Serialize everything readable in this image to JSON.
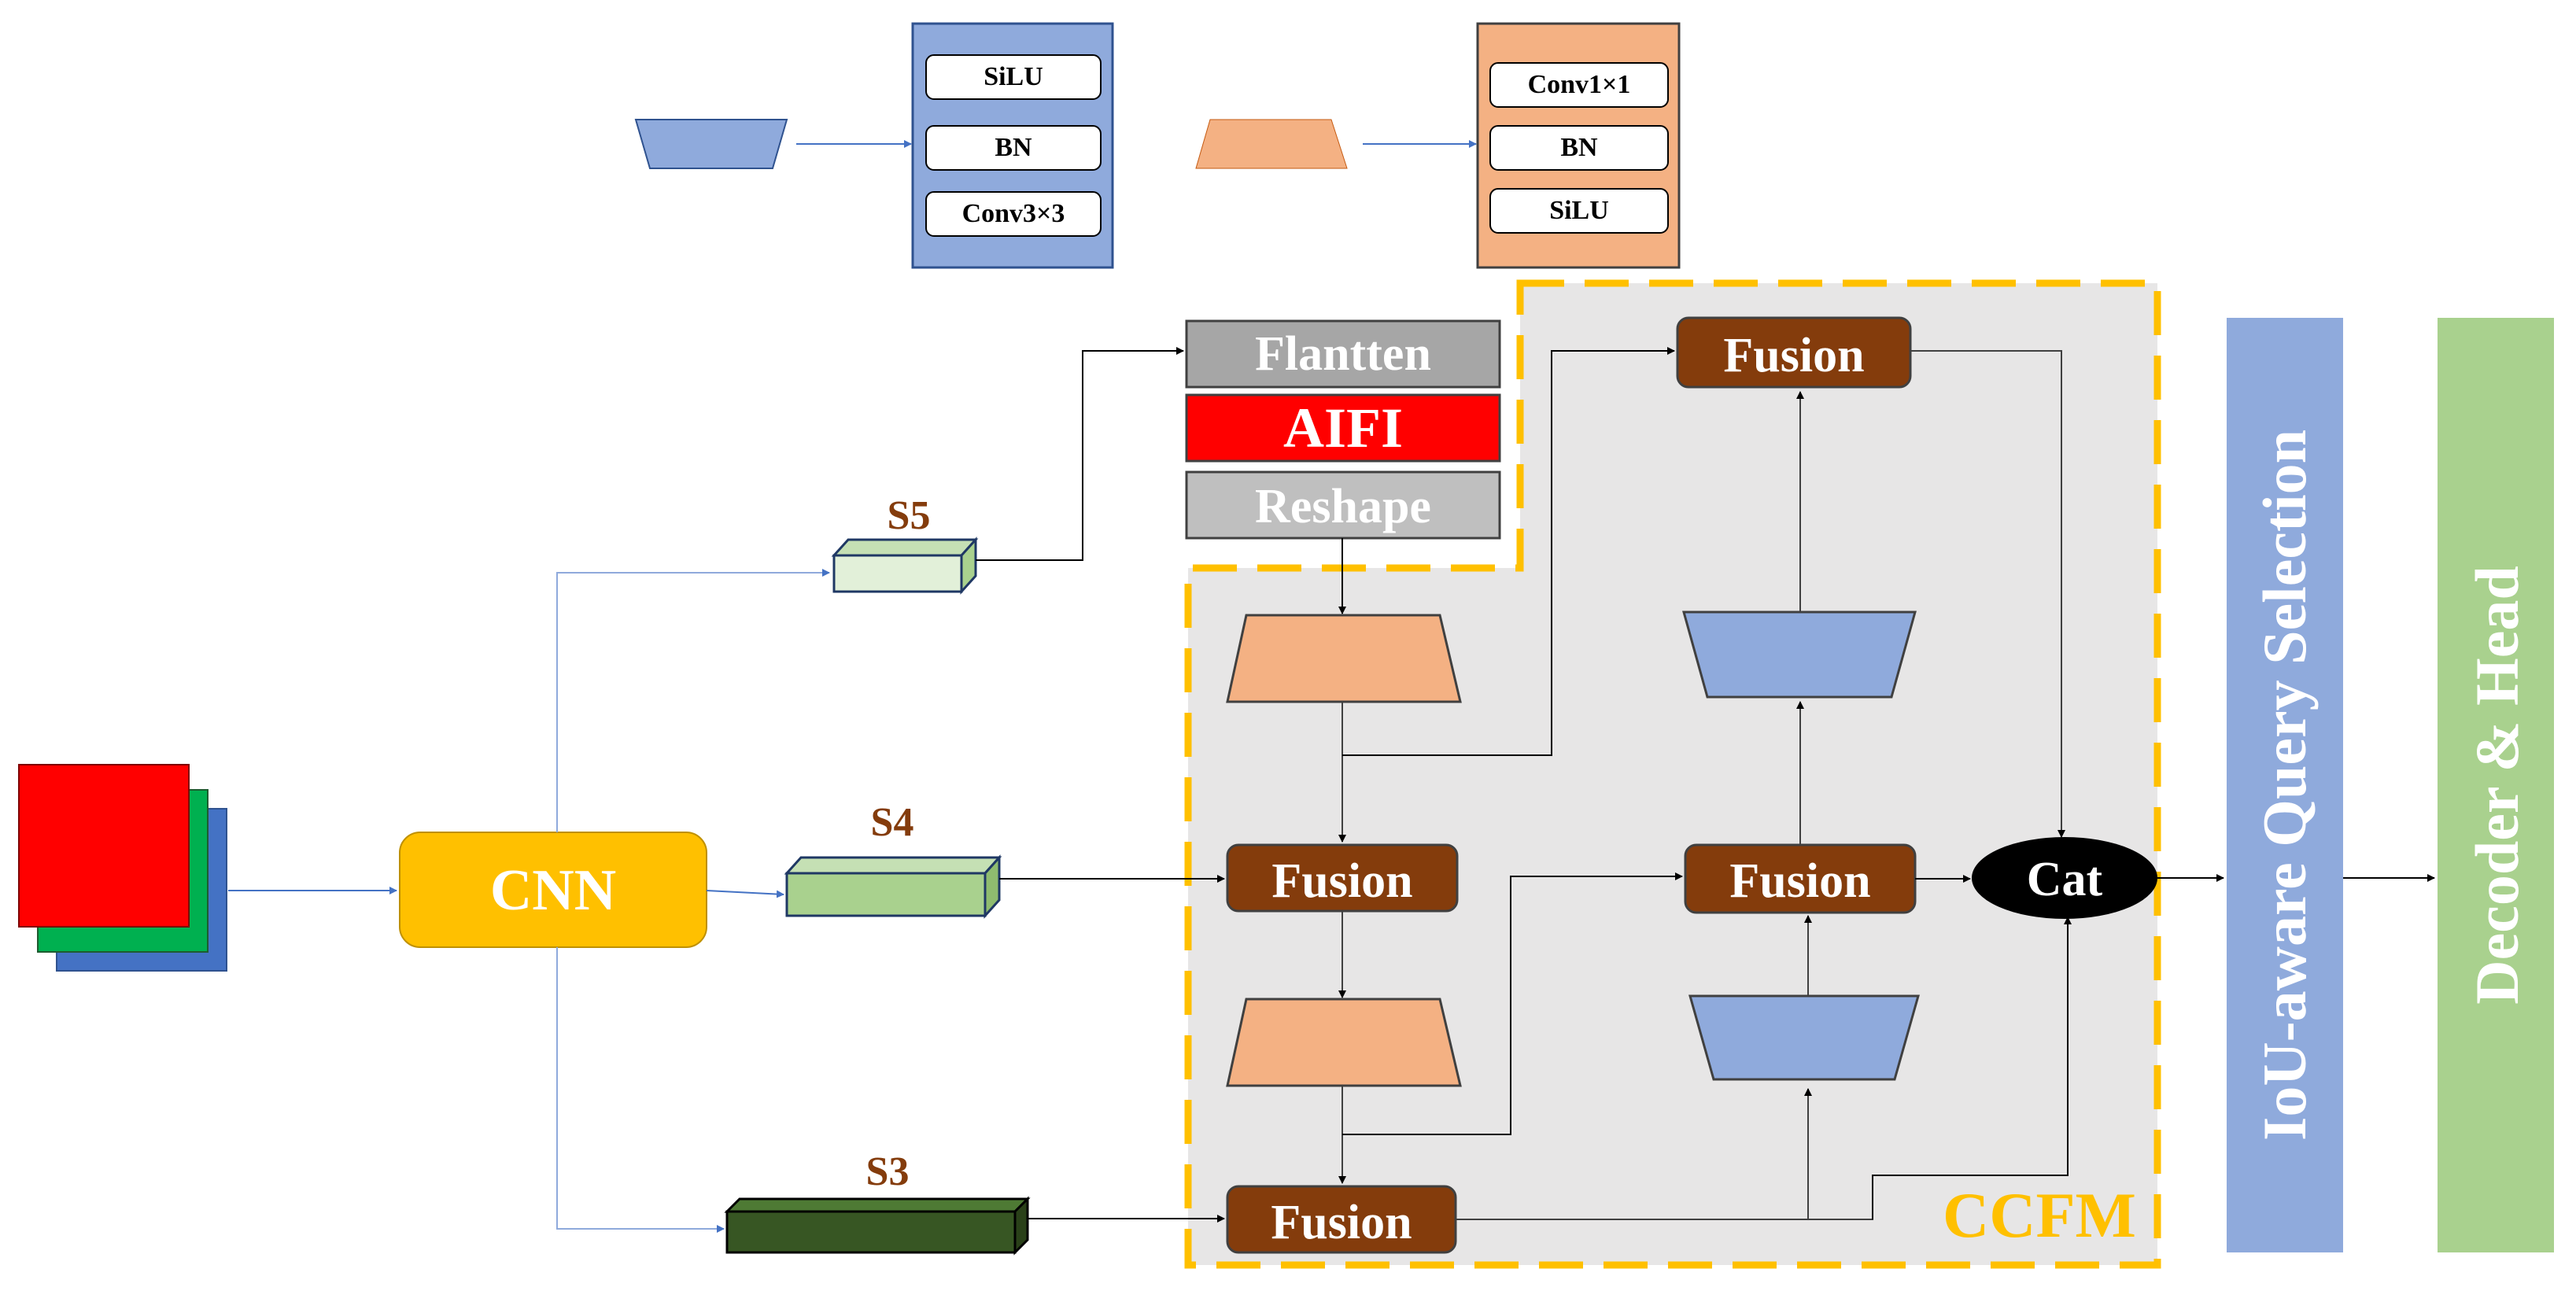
{
  "legend": {
    "blue_items": [
      "SiLU",
      "BN",
      "Conv3×3"
    ],
    "orange_items": [
      "Conv1×1",
      "BN",
      "SiLU"
    ]
  },
  "backbone": {
    "cnn_label": "CNN"
  },
  "scales": {
    "s5": "S5",
    "s4": "S4",
    "s3": "S3"
  },
  "aifi_stack": {
    "flatten": "Flantten",
    "aifi": "AIFI",
    "reshape": "Reshape"
  },
  "fusion_label": "Fusion",
  "cat_label": "Cat",
  "ccfm_label": "CCFM",
  "query_selection_label": "IoU-aware Query Selection",
  "decoder_label": "Decoder & Head",
  "colors": {
    "blue_conv": "#8faadc",
    "orange_conv": "#f4b183",
    "fusion_brown": "#843c0c",
    "cnn_yellow": "#ffc000",
    "aifi_red": "#ff0000",
    "ccfm_border": "#ffc000",
    "decoder_green": "#a9d18e",
    "s3_dark_green": "#375623"
  }
}
